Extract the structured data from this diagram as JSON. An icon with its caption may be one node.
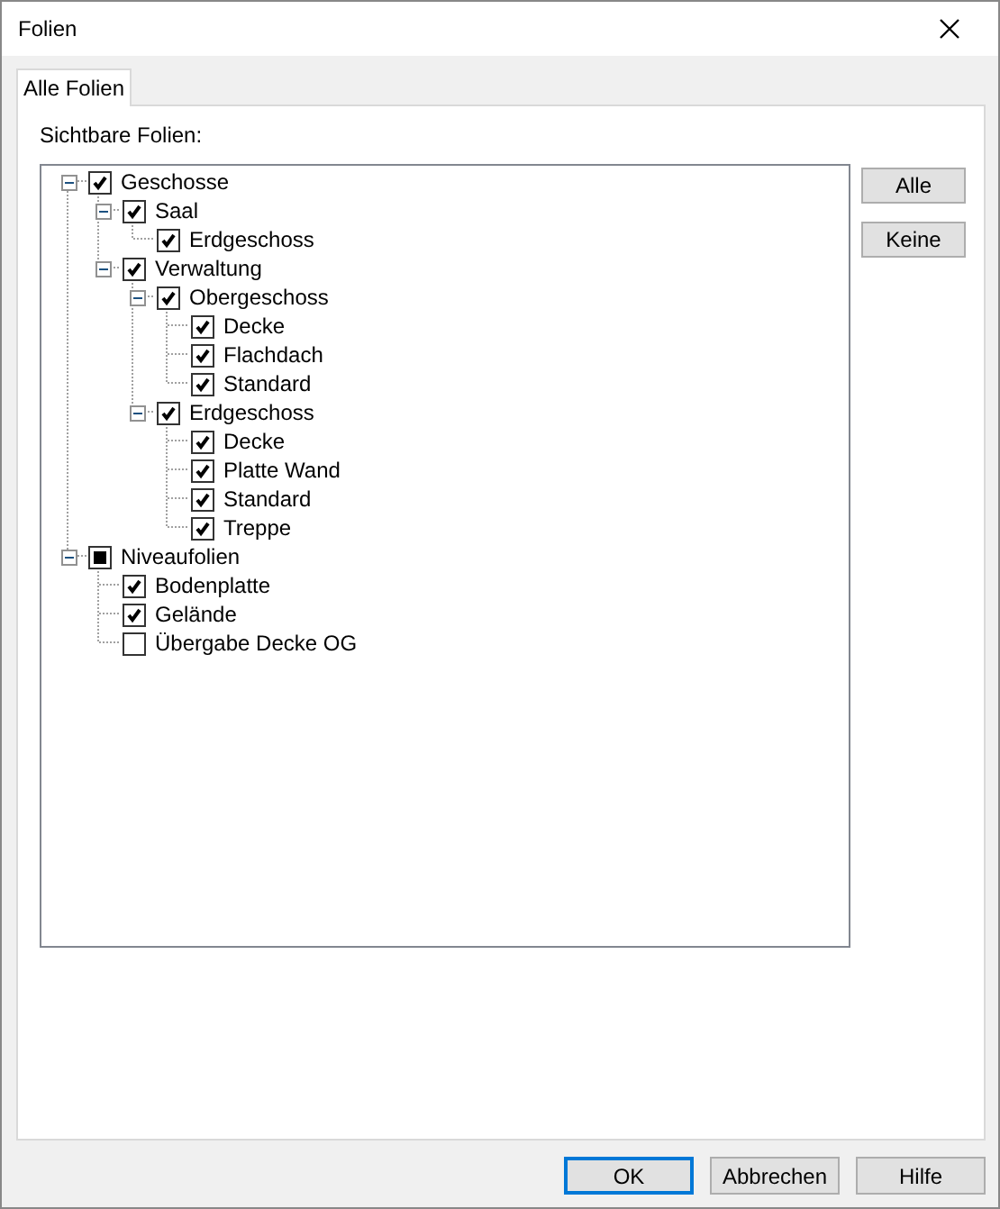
{
  "diagram": {
    "title": "Folien",
    "nodes": [
      {
        "text": [
          "Alle Folien"
        ]
      },
      {
        "text": [
          "Sichtbare Folien:"
        ],
        "in": 0
      },
      {
        "text": [
          "Geschosse"
        ],
        "in": 1
      },
      {
        "text": [
          "Saal"
        ],
        "in": 1
      },
      {
        "text": [
          "Erdgeschoss"
        ],
        "in": 1
      },
      {
        "text": [
          "Verwaltung"
        ],
        "in": 1
      },
      {
        "text": [
          "Obergeschoss"
        ],
        "in": 1
      },
      {
        "text": [
          "Decke"
        ],
        "in": 1
      },
      {
        "text": [
          "Flachdach"
        ],
        "in": 1
      },
      {
        "text": [
          "Standard"
        ],
        "in": 1
      },
      {
        "text": [
          "Erdgeschoss"
        ],
        "in": 1
      },
      {
        "text": [
          "Decke"
        ],
        "in": 1
      },
      {
        "text": [
          "Platte Wand"
        ],
        "in": 1
      },
      {
        "text": [
          "Standard"
        ],
        "in": 1
      },
      {
        "text": [
          "Treppe"
        ],
        "in": 1
      },
      {
        "text": [
          "Niveaufolien"
        ],
        "in": 1
      },
      {
        "text": [
          "Bodenplatte"
        ],
        "in": 1
      },
      {
        "text": [
          "Gelände"
        ],
        "in": 1
      },
      {
        "text": [
          "Übergabe Decke OG"
        ],
        "in": 1
      },
      {
        "text": [
          "Alle"
        ],
        "in": 0
      },
      {
        "text": [
          "Keine"
        ],
        "in": 0
      },
      {
        "text": [
          "OK"
        ]
      },
      {
        "text": [
          "Abbrechen"
        ]
      },
      {
        "text": [
          "Hilfe"
        ]
      }
    ],
    "edges": [
      {
        "from": 2,
        "to": 3,
        "arrow": "none",
        "style": "dashed"
      },
      {
        "from": 3,
        "to": 4,
        "arrow": "none",
        "style": "dashed"
      },
      {
        "from": 2,
        "to": 5,
        "arrow": "none",
        "style": "dashed"
      },
      {
        "from": 5,
        "to": 6,
        "arrow": "none",
        "style": "dashed"
      },
      {
        "from": 6,
        "to": 7,
        "arrow": "none",
        "style": "dashed"
      },
      {
        "from": 6,
        "to": 8,
        "arrow": "none",
        "style": "dashed"
      },
      {
        "from": 6,
        "to": 9,
        "arrow": "none",
        "style": "dashed"
      },
      {
        "from": 5,
        "to": 10,
        "arrow": "none",
        "style": "dashed"
      },
      {
        "from": 10,
        "to": 11,
        "arrow": "none",
        "style": "dashed"
      },
      {
        "from": 10,
        "to": 12,
        "arrow": "none",
        "style": "dashed"
      },
      {
        "from": 10,
        "to": 13,
        "arrow": "none",
        "style": "dashed"
      },
      {
        "from": 10,
        "to": 14,
        "arrow": "none",
        "style": "dashed"
      },
      {
        "from": 2,
        "to": 15,
        "arrow": "none",
        "style": "dashed"
      },
      {
        "from": 15,
        "to": 16,
        "arrow": "none",
        "style": "dashed"
      },
      {
        "from": 15,
        "to": 17,
        "arrow": "none",
        "style": "dashed"
      },
      {
        "from": 15,
        "to": 18,
        "arrow": "none",
        "style": "dashed"
      }
    ]
  }
}
